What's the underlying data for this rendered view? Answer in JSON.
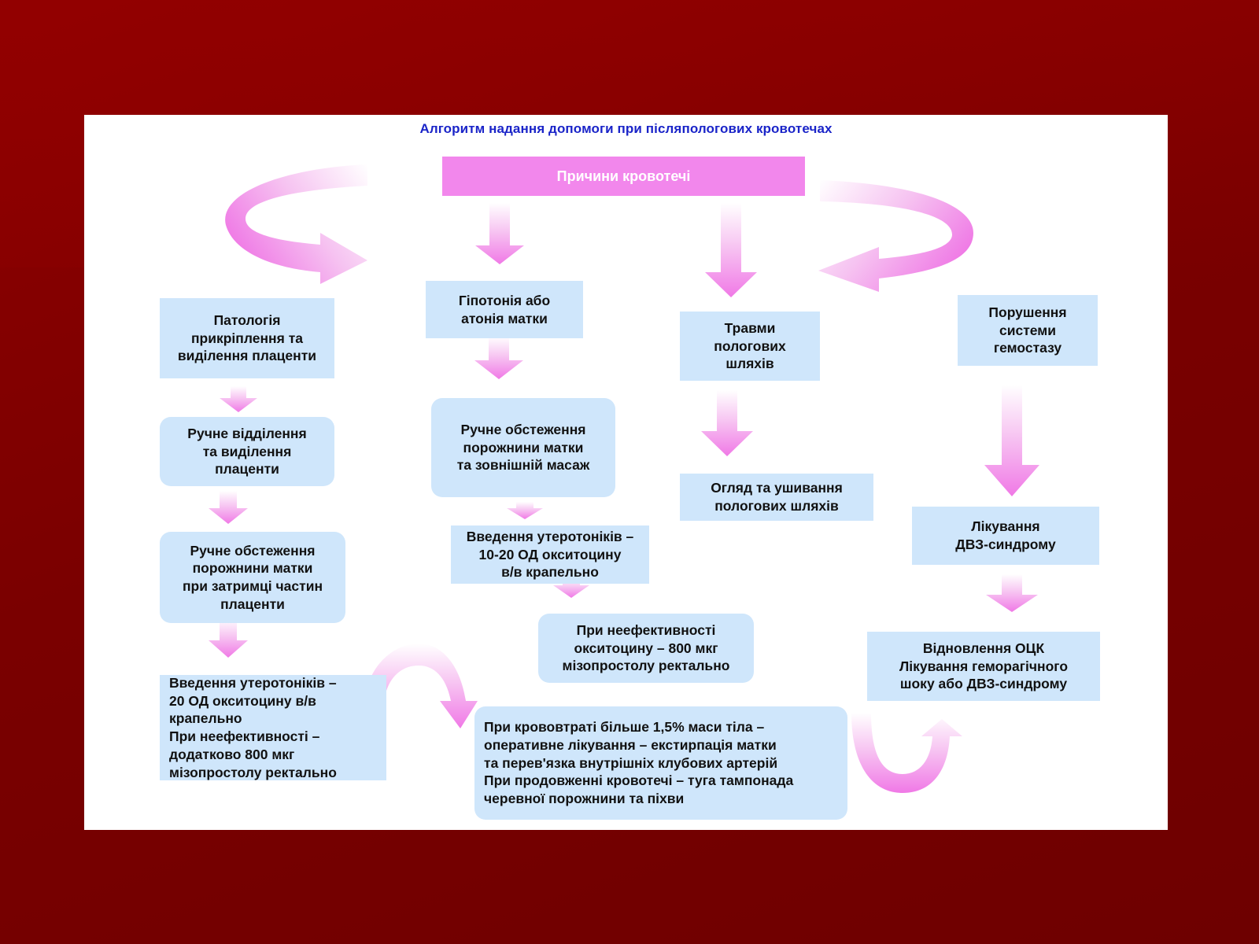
{
  "diagram": {
    "title": "Алгоритм надання допомоги при післяпологових кровотечах",
    "header": "Причини кровотечі",
    "columns": [
      {
        "cause": "Патологія\nприкріплення та\nвиділення  плаценти",
        "steps": [
          "Ручне відділення\nта виділення\nплаценти",
          "Ручне обстеження\nпорожнини матки\nпри затримці частин\nплаценти",
          "Введення утеротоніків –\n20 ОД окситоцину в/в\nкрапельно\nПри неефективності –\nдодатково 800 мкг\nмізопростолу ректально"
        ]
      },
      {
        "cause": "Гіпотонія або\nатонія матки",
        "steps": [
          "Ручне обстеження\nпорожнини матки\nта зовнішній масаж",
          "Введення утеротоніків –\n10-20 ОД окситоцину\nв/в крапельно",
          "При неефективності\nокситоцину – 800 мкг\nмізопростолу  ректально"
        ]
      },
      {
        "cause": "Травми\nпологових\nшляхів",
        "steps": [
          "Огляд та ушивання\nпологових шляхів"
        ]
      },
      {
        "cause": "Порушення\nсистеми\nгемостазу",
        "steps": [
          "Лікування\nДВЗ-синдрому",
          "Відновлення ОЦК\nЛікування геморагічного\nшоку або ДВЗ-синдрому"
        ]
      }
    ],
    "final": "При крововтраті більше 1,5% маси тіла –\nоперативне лікування – екстирпація матки\nта перев'язка внутрішніх клубових артерій\nПри продовженні кровотечі – туга тампонада\nчеревної порожнини та піхви"
  },
  "colors": {
    "arrow": "#f38fe9",
    "header_fill": "#f287ec",
    "box_fill": "#cfe6fb",
    "title_text": "#1a24c8"
  }
}
